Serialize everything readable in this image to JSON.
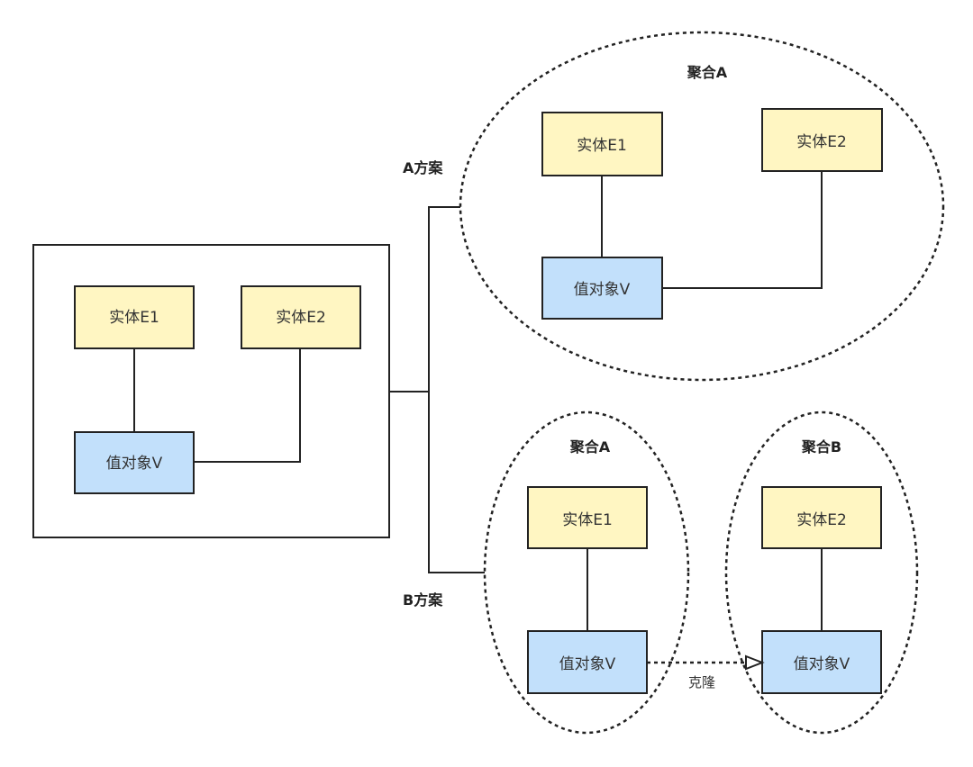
{
  "colors": {
    "entity_fill": "#fff6c2",
    "value_fill": "#c2e0fb",
    "stroke": "#222222"
  },
  "original": {
    "entity1": "实体E1",
    "entity2": "实体E2",
    "value_object": "值对象V"
  },
  "plan_a": {
    "label": "A方案",
    "aggregate_title": "聚合A",
    "entity1": "实体E1",
    "entity2": "实体E2",
    "value_object": "值对象V"
  },
  "plan_b": {
    "label": "B方案",
    "aggregate_a": {
      "title": "聚合A",
      "entity1": "实体E1",
      "value_object": "值对象V"
    },
    "aggregate_b": {
      "title": "聚合B",
      "entity2": "实体E2",
      "value_object": "值对象V"
    },
    "clone_label": "克隆"
  }
}
